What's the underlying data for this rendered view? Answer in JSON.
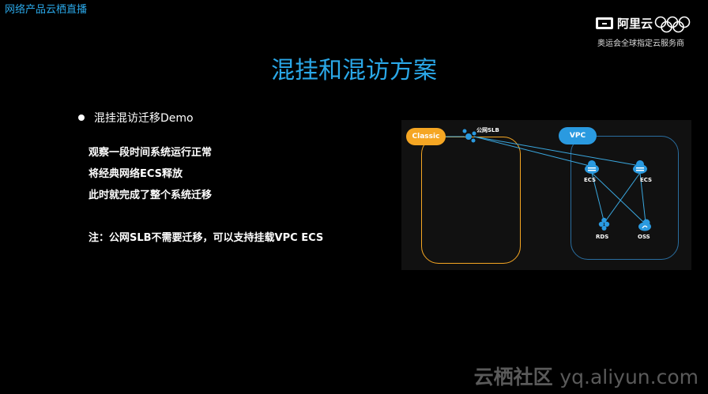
{
  "channel": "网络产品云栖直播",
  "brand": {
    "name": "阿里云",
    "tagline": "奥运会全球指定云服务商"
  },
  "title": "混挂和混访方案",
  "bullet": "混挂混访迁移Demo",
  "steps": [
    "观察一段时间系统运行正常",
    "将经典网络ECS释放",
    "此时就完成了整个系统迁移"
  ],
  "note": "注：公网SLB不需要迁移，可以支持挂载VPC ECS",
  "diagram": {
    "classic_label": "Classic",
    "vpc_label": "VPC",
    "slb_label": "公网SLB",
    "ecs1_label": "ECS",
    "ecs2_label": "ECS",
    "rds_label": "RDS",
    "oss_label": "OSS",
    "colors": {
      "classic": "#f5a623",
      "vpc": "#2a9ae0",
      "line": "#3aa8e0"
    }
  },
  "footer": {
    "cn": "云栖社区",
    "domain": "yq.aliyun.com"
  }
}
